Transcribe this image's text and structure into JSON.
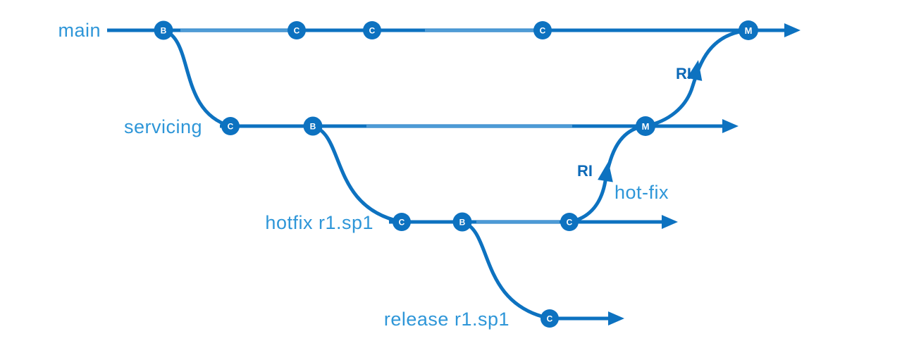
{
  "diagram": {
    "type": "branch-hierarchy-flow",
    "branches": [
      {
        "label": "main"
      },
      {
        "label": "servicing"
      },
      {
        "label": "hotfix r1.sp1"
      },
      {
        "label": "release r1.sp1"
      }
    ],
    "flow_labels": {
      "ri_to_main": "RI",
      "ri_to_servicing": "RI",
      "hotfix_merge": "hot-fix"
    },
    "node_types": {
      "branch": "B",
      "commit": "C",
      "merge": "M"
    },
    "colors": {
      "line": "#0d72c0",
      "line_highlight": "#5ea5da",
      "branch_label": "#2e96d8",
      "ri_label": "#0d6ab8",
      "node_letter": "#ffffff",
      "background": "#ffffff"
    }
  }
}
